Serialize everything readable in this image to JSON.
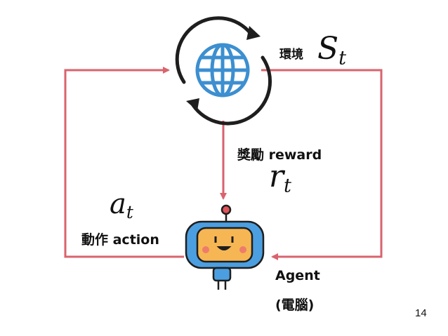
{
  "colors": {
    "arrow": "#d9636e",
    "globe": "#3c8fd0",
    "cycle": "#1e1e1e",
    "robot_body": "#4b9fe0",
    "robot_face": "#f6b654",
    "robot_cheek": "#ee7c6b",
    "robot_antenna": "#e0545a"
  },
  "environment": {
    "label": "環境",
    "state_symbol": "S",
    "state_subscript": "t",
    "icon": "globe-icon"
  },
  "reward": {
    "label": "獎勵 reward",
    "symbol": "r",
    "subscript": "t"
  },
  "action": {
    "label": "動作 action",
    "symbol": "a",
    "subscript": "t"
  },
  "agent": {
    "label": "Agent",
    "sublabel": "(電腦)",
    "icon": "robot-icon"
  },
  "page_number": "14"
}
